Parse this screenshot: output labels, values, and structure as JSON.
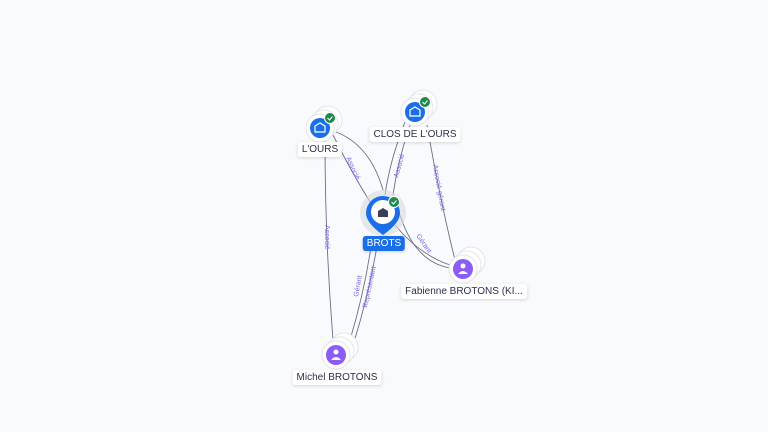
{
  "nodes": {
    "lours": {
      "label": "L'OURS",
      "type": "company",
      "verified": true
    },
    "clos": {
      "label": "CLOS DE L'OURS",
      "type": "company",
      "verified": true
    },
    "brots": {
      "label": "BROTS",
      "type": "company",
      "verified": true,
      "focus": true
    },
    "fabienne": {
      "label": "Fabienne BROTONS (KI...",
      "type": "person"
    },
    "michel": {
      "label": "Michel BROTONS",
      "type": "person"
    }
  },
  "edges": {
    "lours_brots": "Associé",
    "clos_brots": "Associé",
    "fabienne_clos": "Associé-gérant",
    "fabienne_brots": "Gérant",
    "michel_lours": "Associé",
    "michel_brots_1": "Gérant",
    "michel_brots_2": "Représentant"
  },
  "colors": {
    "company": "#1a6fe8",
    "person": "#8b5cf6",
    "verified": "#1f8a4c",
    "edge": "#6b6f86",
    "edge_label": "#7a6ae6"
  }
}
